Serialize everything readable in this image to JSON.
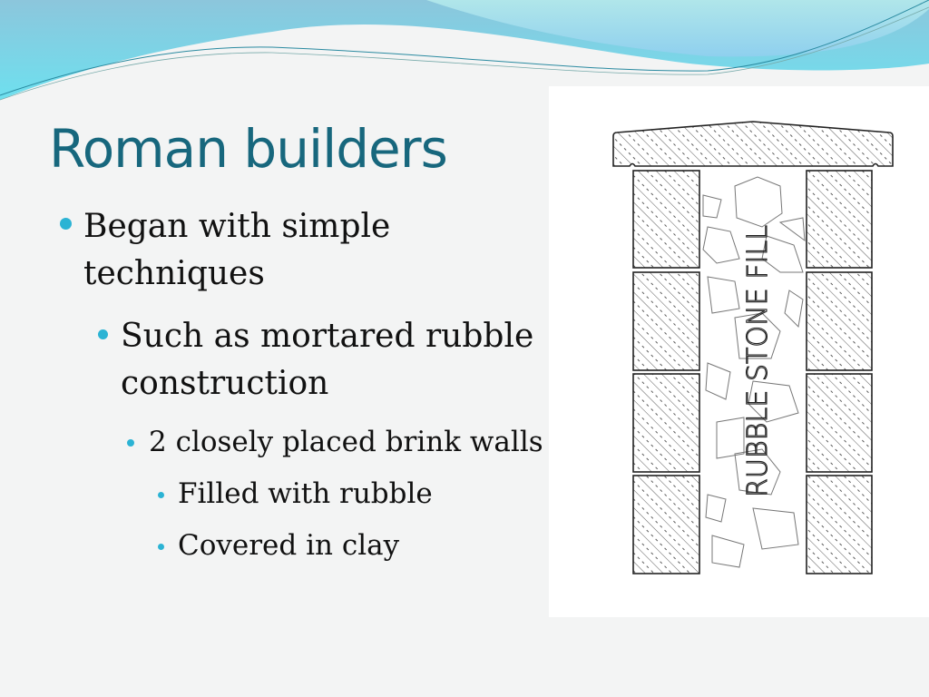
{
  "slide": {
    "title": "Roman builders",
    "bullets": [
      {
        "level": 1,
        "lines": [
          "Began with simple",
          "techniques"
        ]
      },
      {
        "level": 2,
        "lines": [
          "Such as mortared rubble",
          "construction"
        ]
      },
      {
        "level": 3,
        "lines": [
          "2 closely placed brink walls"
        ]
      },
      {
        "level": 4,
        "lines": [
          "Filled with rubble"
        ]
      },
      {
        "level": 4,
        "lines": [
          "Covered in clay"
        ]
      }
    ],
    "figure": {
      "label": "RUBBLE STONE FILL"
    }
  },
  "colors": {
    "title": "#17677d",
    "bullet": "#2bb3d4",
    "wave": "#6fd6ea"
  }
}
